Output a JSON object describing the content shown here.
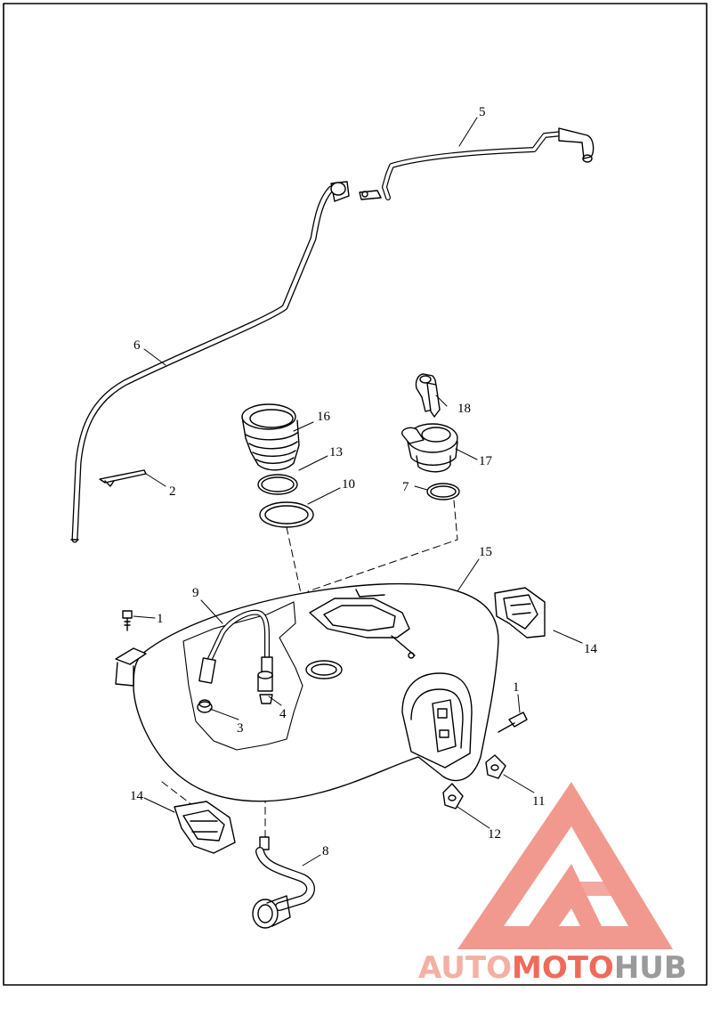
{
  "callouts": [
    {
      "id": "c5",
      "label": "5"
    },
    {
      "id": "c6",
      "label": "6"
    },
    {
      "id": "c2",
      "label": "2"
    },
    {
      "id": "c16",
      "label": "16"
    },
    {
      "id": "c13",
      "label": "13"
    },
    {
      "id": "c10",
      "label": "10"
    },
    {
      "id": "c18",
      "label": "18"
    },
    {
      "id": "c17",
      "label": "17"
    },
    {
      "id": "c7",
      "label": "7"
    },
    {
      "id": "c15",
      "label": "15"
    },
    {
      "id": "c9",
      "label": "9"
    },
    {
      "id": "c1a",
      "label": "1"
    },
    {
      "id": "c14a",
      "label": "14"
    },
    {
      "id": "c1b",
      "label": "1"
    },
    {
      "id": "c3",
      "label": "3"
    },
    {
      "id": "c4",
      "label": "4"
    },
    {
      "id": "c11",
      "label": "11"
    },
    {
      "id": "c14b",
      "label": "14"
    },
    {
      "id": "c12",
      "label": "12"
    },
    {
      "id": "c8",
      "label": "8"
    }
  ],
  "watermark": {
    "part1": "AUTO",
    "part2": "MOTO",
    "part3": "HUB",
    "colors": {
      "auto": "#f4b0a4",
      "moto": "#f06a5a",
      "hub": "#9a9a9a",
      "logo": "#f08f82"
    }
  }
}
